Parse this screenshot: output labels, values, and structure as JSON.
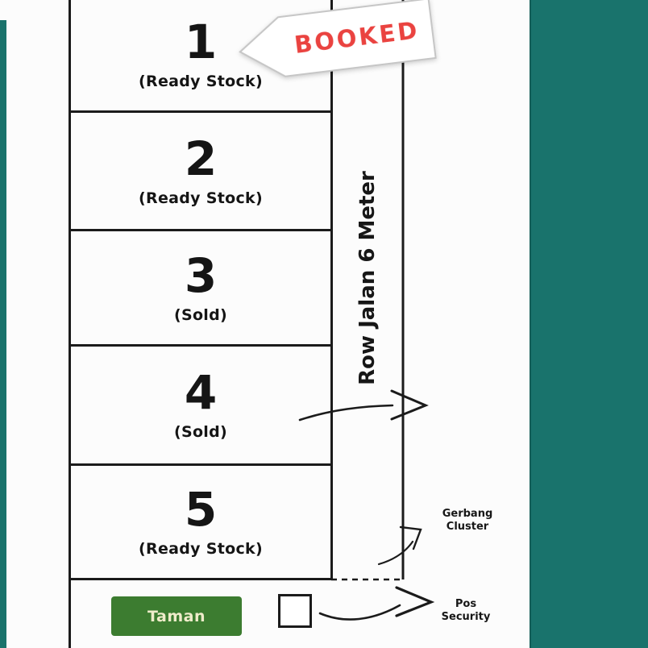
{
  "plots": [
    {
      "number": "1",
      "status": "(Ready Stock)"
    },
    {
      "number": "2",
      "status": "(Ready Stock)"
    },
    {
      "number": "3",
      "status": "(Sold)"
    },
    {
      "number": "4",
      "status": "(Sold)"
    },
    {
      "number": "5",
      "status": "(Ready Stock)"
    }
  ],
  "road": {
    "label": "Row Jalan 6 Meter"
  },
  "booked": {
    "label": "BOOKED"
  },
  "gerbang": {
    "line1": "Gerbang",
    "line2": "Cluster"
  },
  "pos": {
    "line1": "Pos",
    "line2": "Security"
  },
  "taman": {
    "label": "Taman"
  },
  "colors": {
    "teal": "#19736c",
    "booked_red": "#ea4340",
    "taman_green": "#3c7c30",
    "taman_text": "#efecca",
    "line_black": "#1b1b1b"
  }
}
